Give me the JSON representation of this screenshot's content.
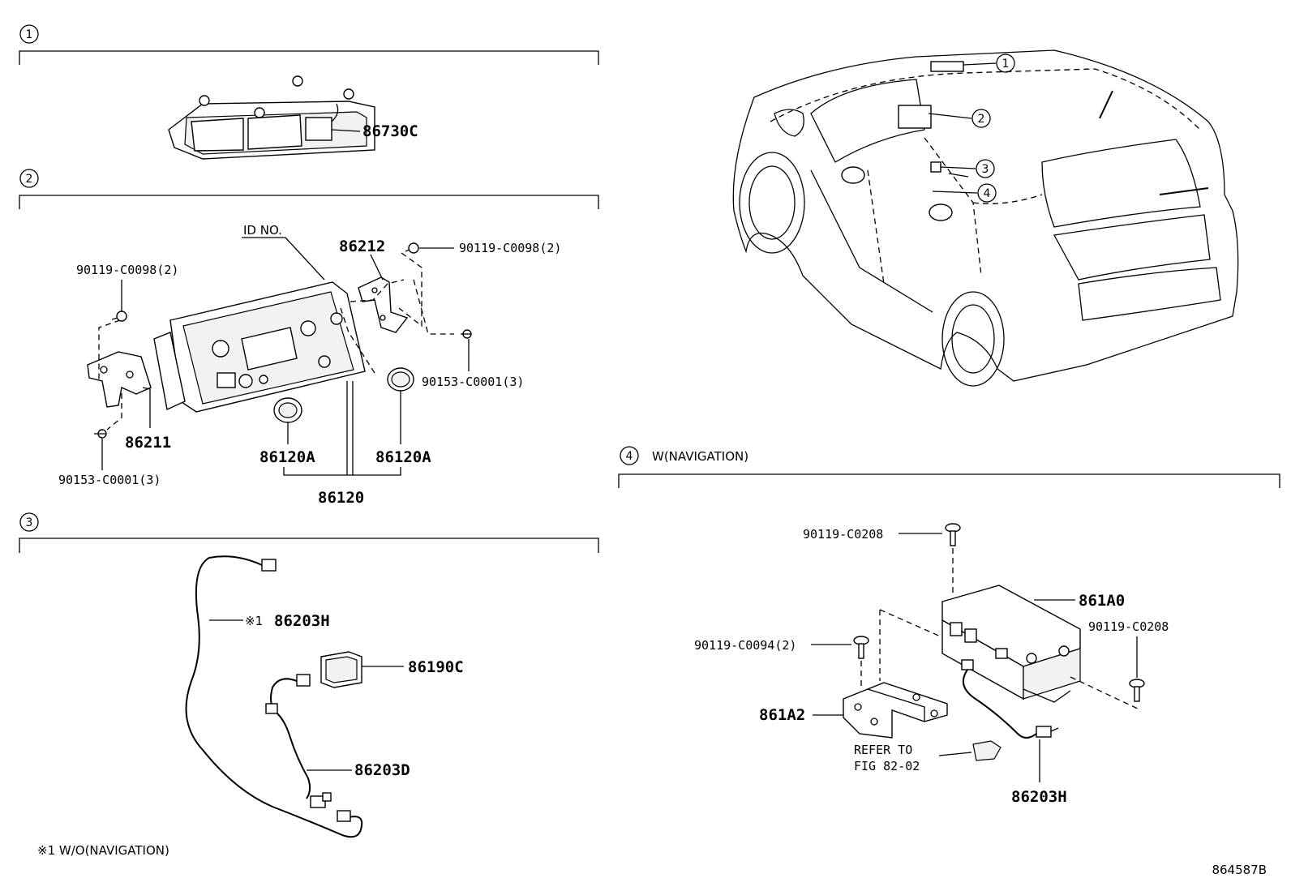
{
  "sections": [
    {
      "id": "1",
      "caption": ""
    },
    {
      "id": "2",
      "caption": ""
    },
    {
      "id": "3",
      "caption": ""
    },
    {
      "id": "4",
      "caption": "W(NAVIGATION)"
    }
  ],
  "section1": {
    "part": "86730C"
  },
  "section2": {
    "id_no": "ID NO.",
    "parts": {
      "bracket_right": "86212",
      "bracket_left": "86211",
      "assembly": "86120",
      "knob_left": "86120A",
      "knob_right": "86120A",
      "screw_tl": "90119-C0098(2)",
      "screw_tr": "90119-C0098(2)",
      "screw_br": "90153-C0001(3)",
      "screw_bl": "90153-C0001(3)"
    }
  },
  "section3": {
    "parts": {
      "wire_h": "86203H",
      "wire_h_mark": "※1",
      "switch": "86190C",
      "wire_d": "86203D"
    },
    "note": "※1 W/O(NAVIGATION)"
  },
  "section4": {
    "parts": {
      "screw_top": "90119-C0208",
      "computer": "861A0",
      "screw_right": "90119-C0208",
      "screw_left": "90119-C0094(2)",
      "bracket": "861A2",
      "wire": "86203H"
    },
    "refer_line1": "REFER TO",
    "refer_line2": "FIG 82-02"
  },
  "car_callouts": [
    "1",
    "2",
    "3",
    "4"
  ],
  "figure_code": "864587B"
}
